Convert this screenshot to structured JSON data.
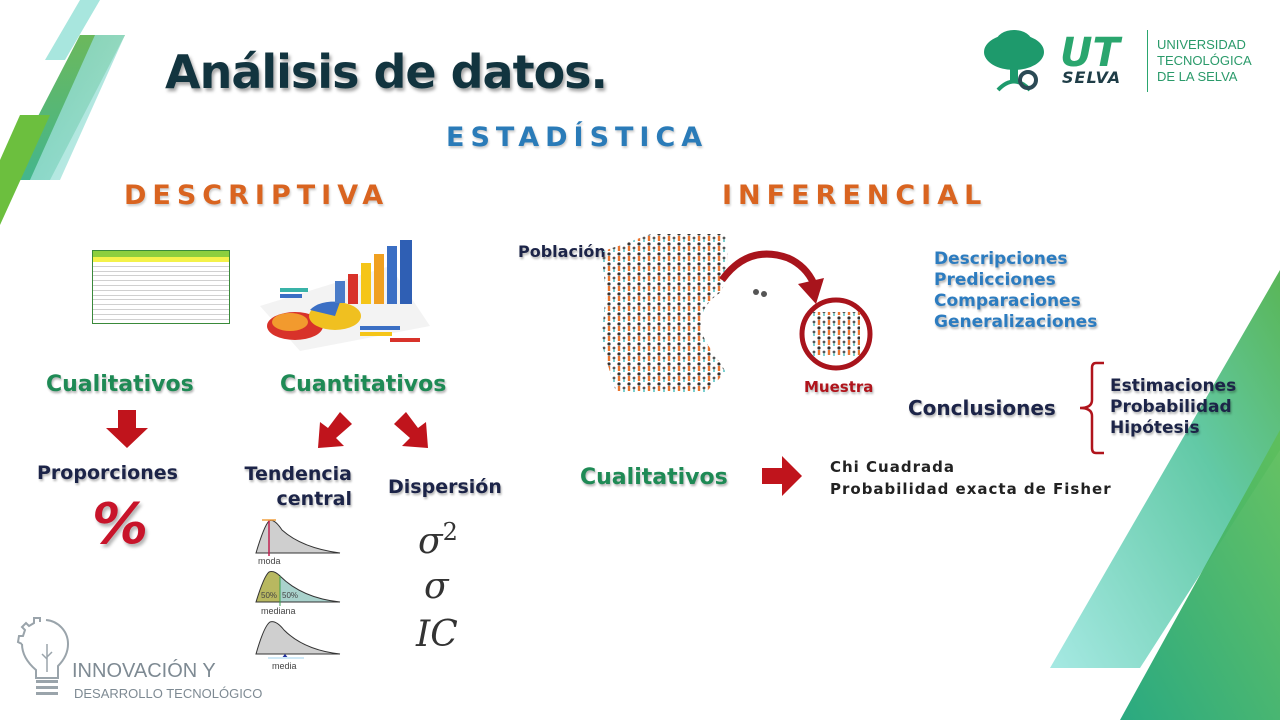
{
  "slide": {
    "title": "Análisis de datos.",
    "heading": "ESTADÍSTICA",
    "logo": {
      "abbr": "UT",
      "sub": "SELVA",
      "lines": [
        "UNIVERSIDAD",
        "TECNOLÓGICA",
        "DE LA SELVA"
      ]
    },
    "footer": {
      "line1": "INNOVACIÓN Y",
      "line2": "DESARROLLO TECNOLÓGICO"
    },
    "colors": {
      "accent_green": "#1e8a55",
      "navy": "#1c2448",
      "blue": "#2c7cc0",
      "orange": "#d96420",
      "red": "#b0141c"
    }
  },
  "descriptiva": {
    "label": "DESCRIPTIVA",
    "cualitativos": "Cualitativos",
    "cuantitativos": "Cuantitativos",
    "proporciones": "Proporciones",
    "percent_symbol": "%",
    "tendencia": [
      "Tendencia",
      "central"
    ],
    "dispersion": "Dispersión",
    "curves": [
      {
        "label": "moda"
      },
      {
        "label": "mediana",
        "left": "50%",
        "right": "50%"
      },
      {
        "label": "media"
      }
    ],
    "dispersion_measures": [
      "σ",
      "2",
      "σ",
      "IC"
    ]
  },
  "inferencial": {
    "label": "INFERENCIAL",
    "poblacion": "Población",
    "muestra": "Muestra",
    "purposes": [
      "Descripciones",
      "Predicciones",
      "Comparaciones",
      "Generalizaciones"
    ],
    "conclusiones": "Conclusiones",
    "conclusion_items": [
      "Estimaciones",
      "Probabilidad",
      "Hipótesis"
    ],
    "cualitativos": "Cualitativos",
    "tests": [
      "Chi Cuadrada",
      "Probabilidad exacta de Fisher"
    ]
  }
}
